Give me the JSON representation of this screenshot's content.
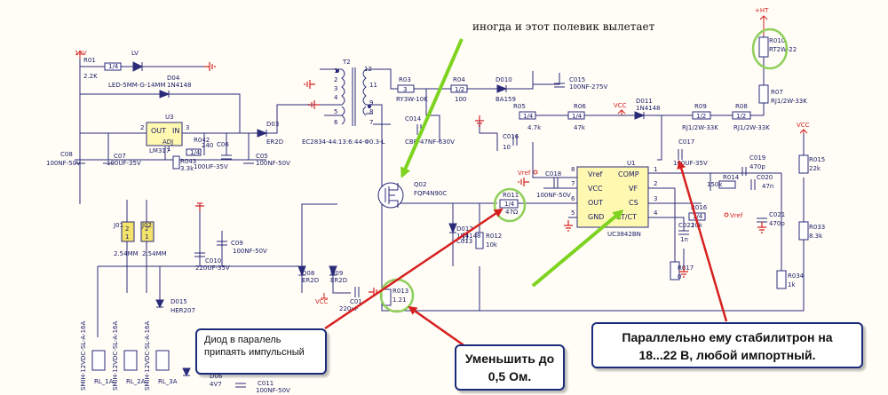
{
  "annotations": {
    "top_note": "иногда и этот полевик вылетает",
    "diode_note": "Диод в паралель припаять импульсный",
    "resistor_note_1": "Уменьшить до",
    "resistor_note_2": "0,5 Ом.",
    "zener_note_1": "Параллельно ему стабилитрон на",
    "zener_note_2": "18...22 В, любой импортный."
  },
  "power_labels": {
    "v15": "15V",
    "ht": "+HT",
    "vcc1": "VCC",
    "vcc2": "VCC",
    "vcc3": "VCC",
    "vref": "Vref",
    "vref2": "Vref"
  },
  "components": {
    "r01": "R01",
    "r01_marking": "1/4",
    "r01_val": "2.2K",
    "lv": "LV",
    "led": "LED-5MM-G-14MM",
    "d04": "D04",
    "d04_val": "1N4148",
    "u3": "U3",
    "u3_out": "OUT",
    "u3_in": "IN",
    "u3_adj": "ADJ",
    "u3_part": "LM317",
    "u3_p1": "1",
    "u3_p2": "2",
    "u3_p3": "3",
    "c08": "C08",
    "c08_val": "100NF-50V",
    "c07": "C07",
    "c07_val": "100UF-35V",
    "r042": "R042",
    "r042_marking": "1/4",
    "r042_val": "240",
    "r043": "R043",
    "r043_val": "3.3k",
    "c06": "C06",
    "c06_val": "100UF-35V",
    "d03": "D03",
    "d03_val": "ER2D",
    "c05": "C05",
    "c05_val": "100NF-50V",
    "t2": "T2",
    "t2_part": "EC2834-44:13:6:44-Φ0.3-L",
    "t2_p1": "1",
    "t2_p2": "2",
    "t2_p3": "3",
    "t2_p4": "4",
    "t2_p5": "5",
    "t2_p6": "6",
    "t2_p7": "7",
    "t2_p8": "8",
    "t2_p9": "9",
    "t2_p11": "11",
    "t2_p12": "12",
    "r03": "R03",
    "r03_marking": "3",
    "r03_val": "RY3W-10K",
    "r04": "R04",
    "r04_marking": "1/2",
    "r04_val": "100",
    "d010": "D010",
    "d010_val": "BA159",
    "c015": "C015",
    "c015_val": "100NF-275V",
    "c014": "C014",
    "c014_val": "CBB-47NF-630V",
    "r010": "R010",
    "r010_val": "RT2W-22",
    "r07": "R07",
    "r07_val": "RJ1/2W-33K",
    "r05": "R05",
    "r05_marking": "1/4",
    "r05_val": "4.7k",
    "r06": "R06",
    "r06_marking": "1/4",
    "r06_val": "47k",
    "d011": "D011",
    "d011_val": "1N4148",
    "r09": "R09",
    "r09_marking": "1/2",
    "r09_val": "RJ1/2W-33K",
    "r08": "R08",
    "r08_marking": "1/2",
    "r08_val": "RJ1/2W-33K",
    "c016": "C016",
    "c016_val": "10",
    "c017": "C017",
    "c017_val": "100UF-35V",
    "c018": "C018",
    "c018_val": "100NF-50V",
    "u1": "U1",
    "u1_part": "UC3842BN",
    "u1_vref": "Vref",
    "u1_vcc": "VCC",
    "u1_out": "OUT",
    "u1_gnd": "GND",
    "u1_comp": "COMP",
    "u1_vf": "VF",
    "u1_cs": "CS",
    "u1_rtct": "RT/CT",
    "u1_p1": "1",
    "u1_p2": "2",
    "u1_p3": "3",
    "u1_p4": "4",
    "u1_p5": "5",
    "u1_p6": "6",
    "u1_p7": "7",
    "u1_p8": "8",
    "c019": "C019",
    "c019_val": "470p",
    "r014": "R014",
    "r014_val": "150k",
    "c020": "C020",
    "c020_val": "47n",
    "r015": "R015",
    "r015_val": "22k",
    "r016": "R016",
    "r016_marking": "1/4",
    "r016_val": "10k",
    "c021": "C021",
    "c021_val": "470p",
    "c022": "C022",
    "c022_val": "1n",
    "r033": "R033",
    "r033_val": "8.3k",
    "r017": "R017",
    "r017_val": "0",
    "r034": "R034",
    "r034_val": "1k",
    "q02": "Q02",
    "q02_val": "FQP4N90C",
    "r011": "R011",
    "r011_marking": "1/4",
    "r011_val": "47Ω",
    "d012": "D012",
    "d012_val": "1N4148",
    "c013": "C013",
    "r012": "R012",
    "r012_val": "10k",
    "r013": "R013",
    "r013_val": "1.21",
    "c01": "C01",
    "c01_val": "220uF",
    "j01": "J01",
    "j01_val": "2.54MM",
    "j02": "J02",
    "j02_val": "2.54MM",
    "pin1": "1",
    "pin2": "2",
    "c010": "C010",
    "c010_val": "220UF-35V",
    "c09": "C09",
    "c09_val": "100NF-50V",
    "d015": "D015",
    "d015_val": "HER207",
    "d08": "D08",
    "d08_val": "ER2D",
    "d09": "D09",
    "d09_val": "ER2D",
    "d06": "D06",
    "d06_val": "4V7",
    "c011": "C011",
    "c011_val": "100NF-50V",
    "rl1": "RL_1A",
    "rl1_part": "SMIH-12VDC-SL-A-16A",
    "rl2": "RL_2A",
    "rl2_part": "SMIH-12VDC-SL-A-16A",
    "rl3": "RL_3A",
    "rl3_part": "SMIH-12VDC-SL-A-16A"
  },
  "colors": {
    "wire": "#2b2b7a",
    "arrow_red": "#d62020",
    "arrow_green": "#7ed321",
    "highlight_ring": "#8fcf5a",
    "callout_border": "#1b2a7a"
  },
  "icons": [
    "ground-icon",
    "power-arrow-icon",
    "diode-icon",
    "resistor-icon",
    "capacitor-icon",
    "mosfet-icon",
    "transformer-icon",
    "led-icon",
    "relay-icon"
  ]
}
